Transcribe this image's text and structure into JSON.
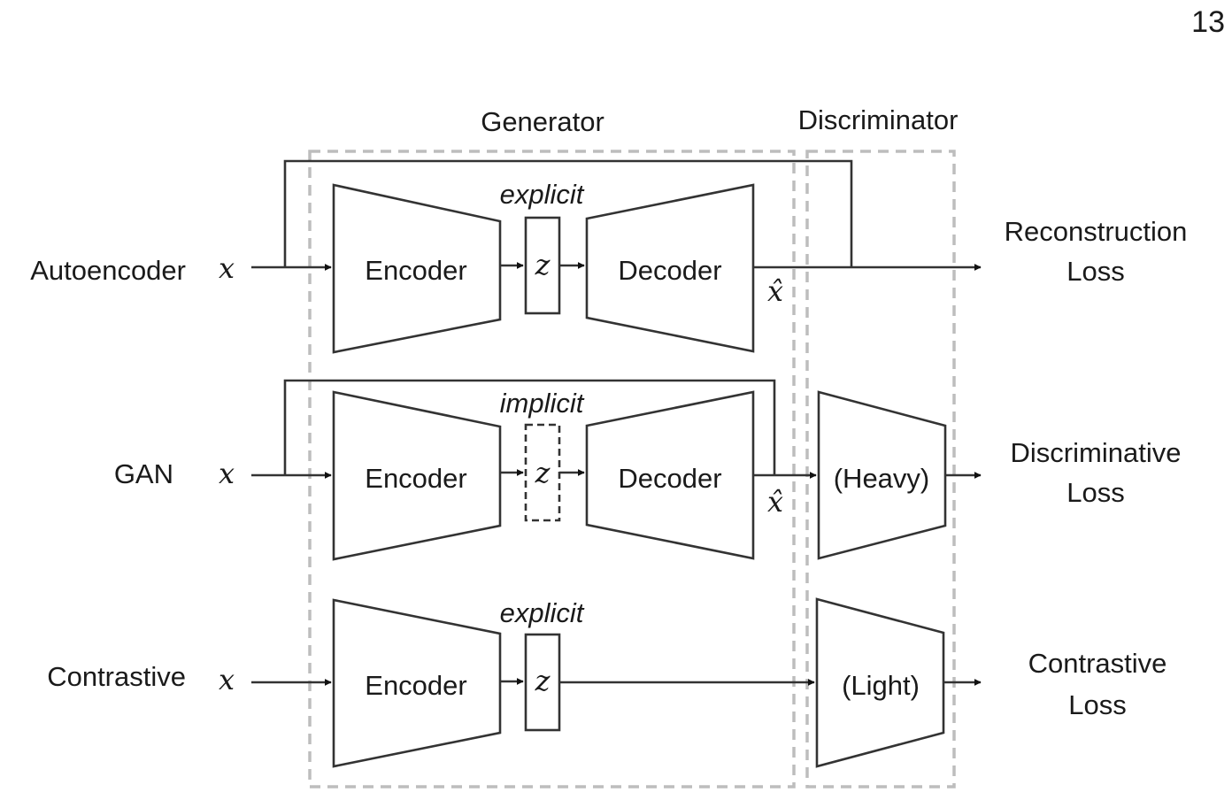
{
  "page_number": "13",
  "groups": {
    "generator": "Generator",
    "discriminator": "Discriminator"
  },
  "rows": [
    {
      "name": "Autoencoder",
      "input": "x",
      "encoder": "Encoder",
      "latent_label": "explicit",
      "latent": "z",
      "decoder": "Decoder",
      "output": "x̂",
      "loss_line1": "Reconstruction",
      "loss_line2": "Loss"
    },
    {
      "name": "GAN",
      "input": "x",
      "encoder": "Encoder",
      "latent_label": "implicit",
      "latent": "z",
      "decoder": "Decoder",
      "output": "x̂",
      "discriminator": "(Heavy)",
      "loss_line1": "Discriminative",
      "loss_line2": "Loss"
    },
    {
      "name": "Contrastive",
      "input": "x",
      "encoder": "Encoder",
      "latent_label": "explicit",
      "latent": "z",
      "discriminator": "(Light)",
      "loss_line1": "Contrastive",
      "loss_line2": "Loss"
    }
  ]
}
